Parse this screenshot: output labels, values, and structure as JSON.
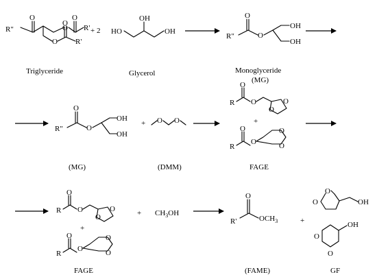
{
  "labels": {
    "triglyceride": "Triglyceride",
    "glycerol": "Glycerol",
    "monoglyceride": "Monoglyceride",
    "mg_paren": "(MG)",
    "mg": "(MG)",
    "dmm": "(DMM)",
    "fage_1": "FAGE",
    "fage_2": "FAGE",
    "fame": "(FAME)",
    "gf": "GF"
  },
  "operators": {
    "plus_2": "+ 2",
    "plus": "+"
  },
  "atoms": {
    "O": "O",
    "R_dprime": "R\"",
    "R_prime": "R'",
    "R": "R",
    "OH": "OH",
    "HO": "HO",
    "CH3OH_main": "CH",
    "CH3OH_sub": "3",
    "CH3OH_tail": "OH",
    "OCH3_main": "OCH",
    "OCH3_sub": "3"
  }
}
